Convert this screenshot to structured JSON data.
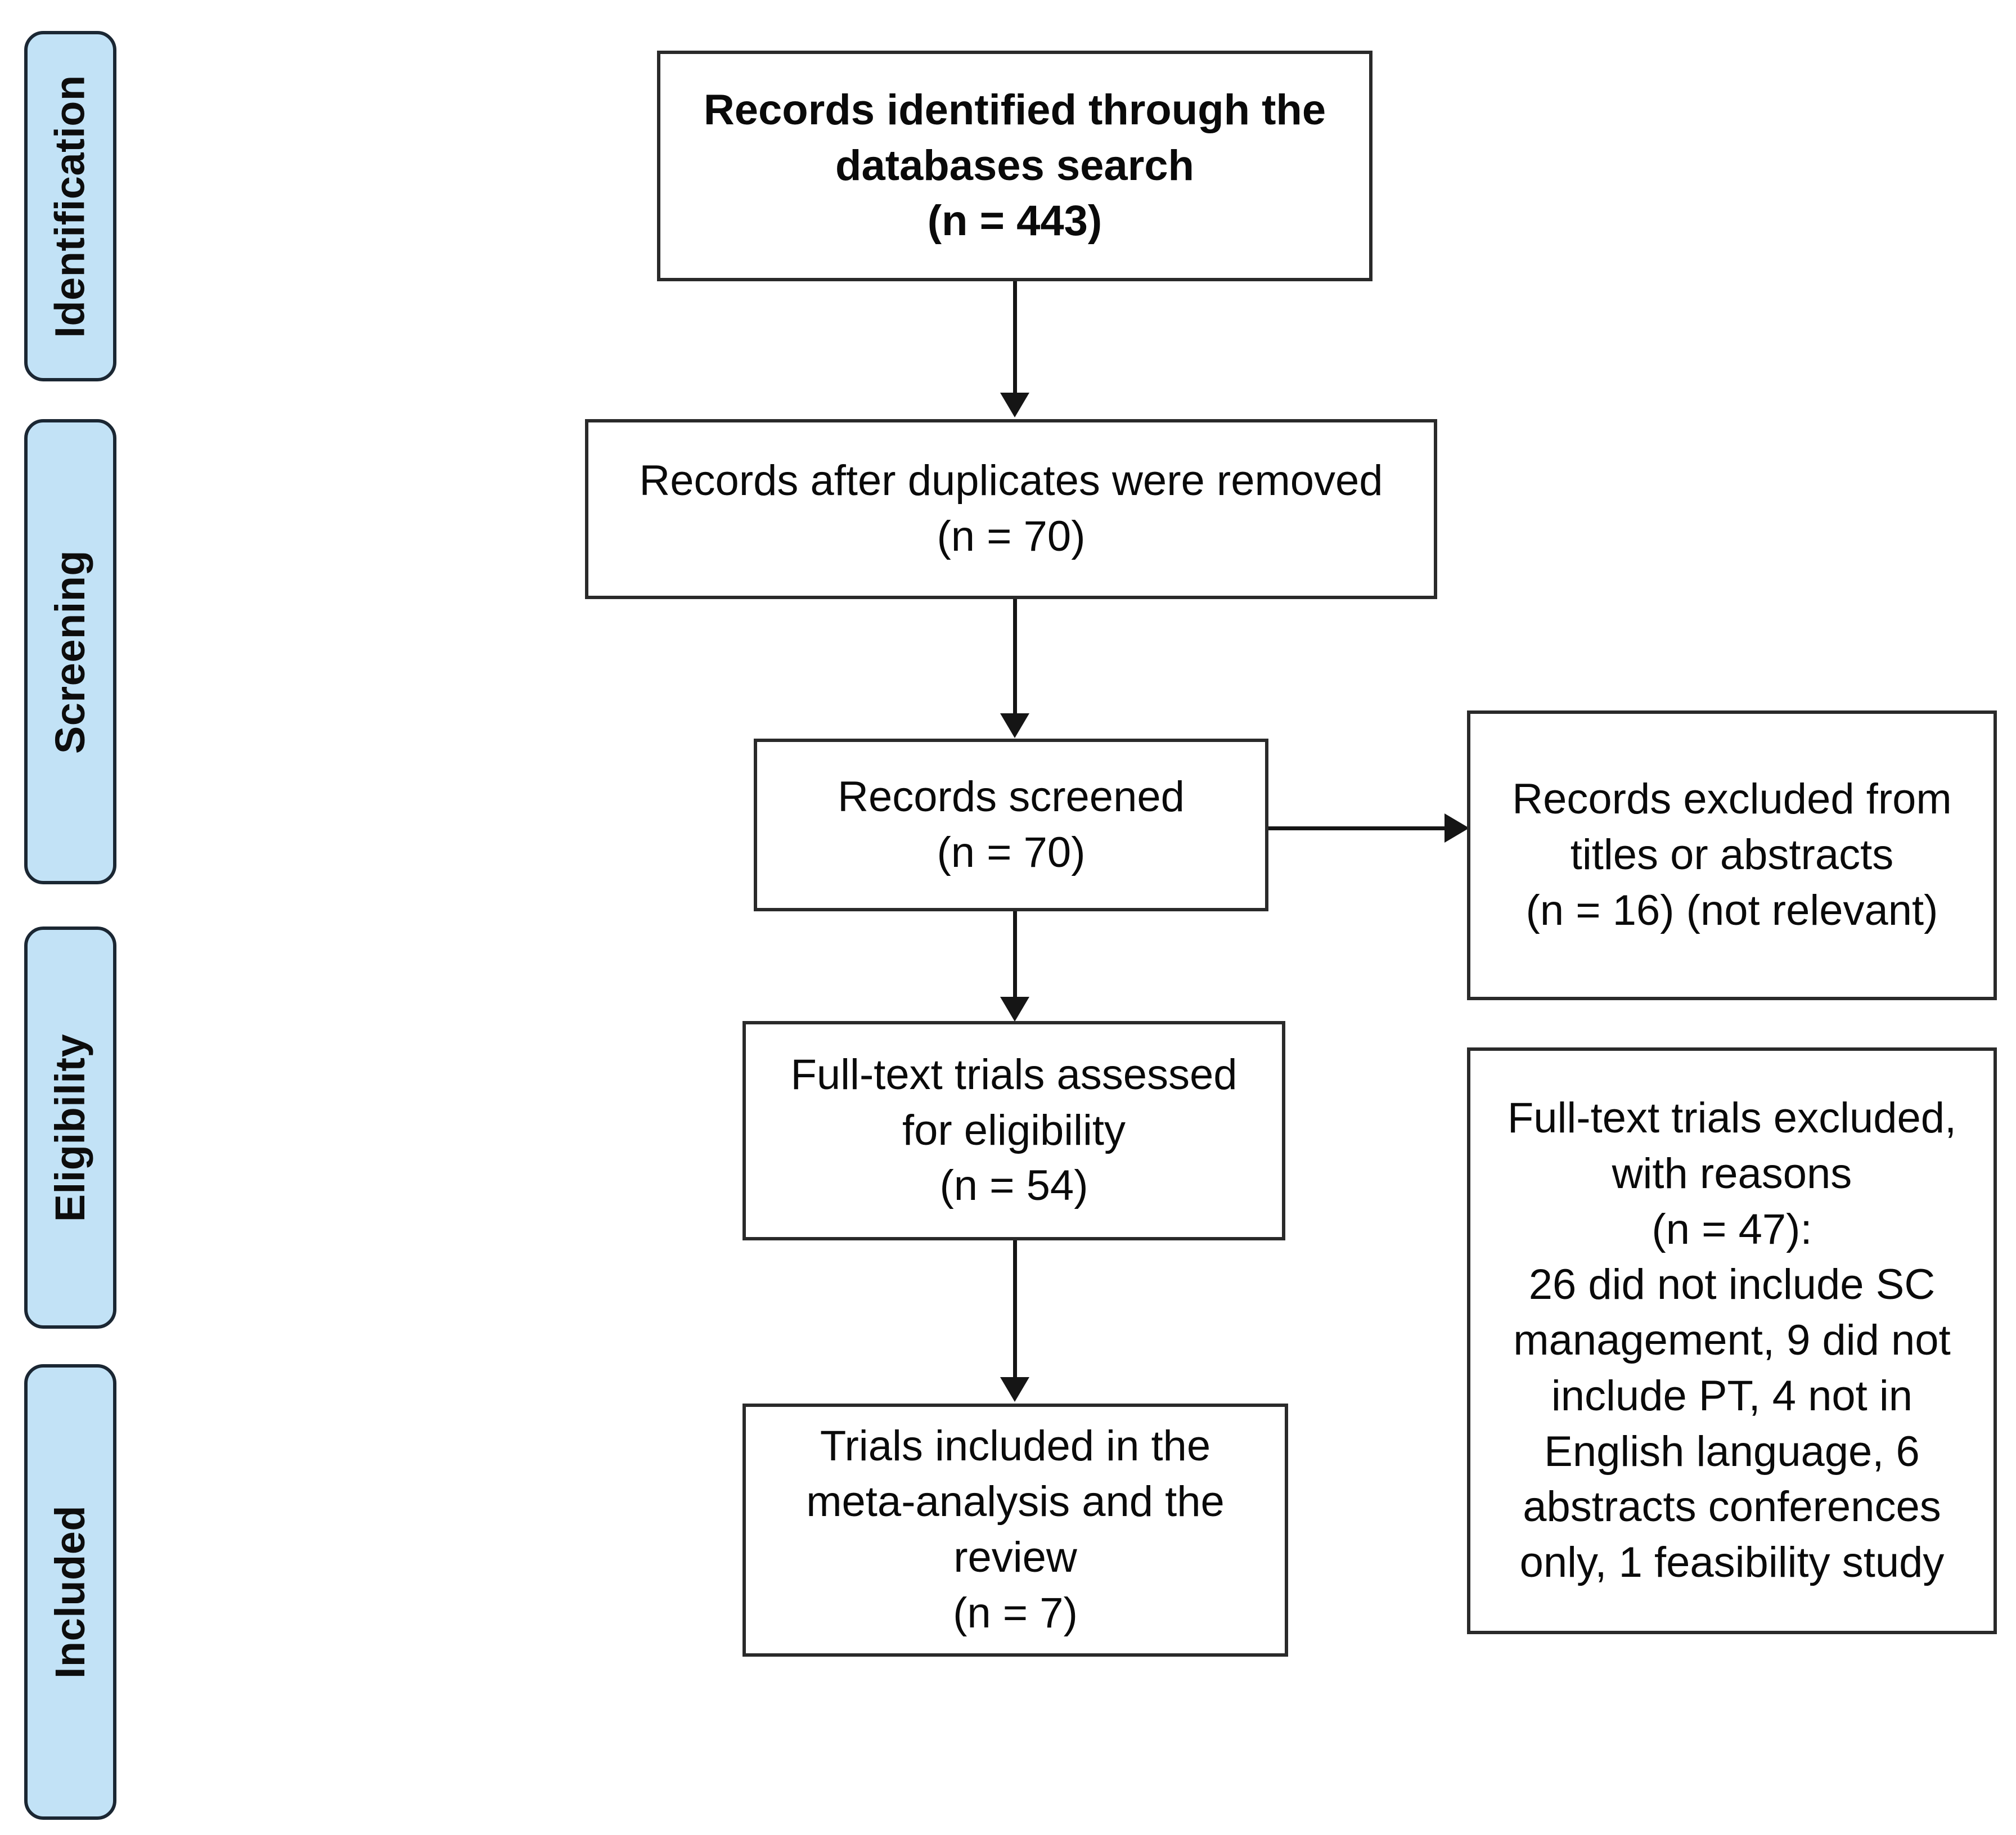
{
  "diagram": {
    "type": "prisma-flow-diagram",
    "accent_color": "#c2e2f6",
    "border_color": "#2a2a2a",
    "text_color": "#0a0a0a",
    "phases": [
      {
        "id": "identification",
        "label": "Identification"
      },
      {
        "id": "screening",
        "label": "Screening"
      },
      {
        "id": "eligibility",
        "label": "Eligibility"
      },
      {
        "id": "included",
        "label": "Included"
      }
    ],
    "boxes": {
      "records_identified": {
        "text": "Records identified through the\ndatabases search\n(n = 443)",
        "count": 443,
        "bold": true
      },
      "records_after_duplicates": {
        "text": "Records after duplicates were removed\n(n = 70)",
        "count": 70,
        "bold": false
      },
      "records_screened": {
        "text": "Records screened\n(n = 70)",
        "count": 70,
        "bold": false
      },
      "records_excluded": {
        "text": "Records excluded from\ntitles or abstracts\n(n = 16) (not relevant)",
        "count": 16,
        "bold": false
      },
      "fulltext_assessed": {
        "text": "Full-text trials assessed\nfor eligibility\n(n = 54)",
        "count": 54,
        "bold": false
      },
      "fulltext_excluded": {
        "text": "Full-text trials excluded,\nwith reasons\n(n = 47):\n26 did not include SC\nmanagement, 9 did not\ninclude PT, 4 not in\nEnglish language, 6\nabstracts conferences\nonly, 1 feasibility study",
        "count": 47,
        "bold": false
      },
      "trials_included": {
        "text": "Trials included in the\nmeta-analysis and the\nreview\n(n = 7)",
        "count": 7,
        "bold": false
      }
    }
  }
}
